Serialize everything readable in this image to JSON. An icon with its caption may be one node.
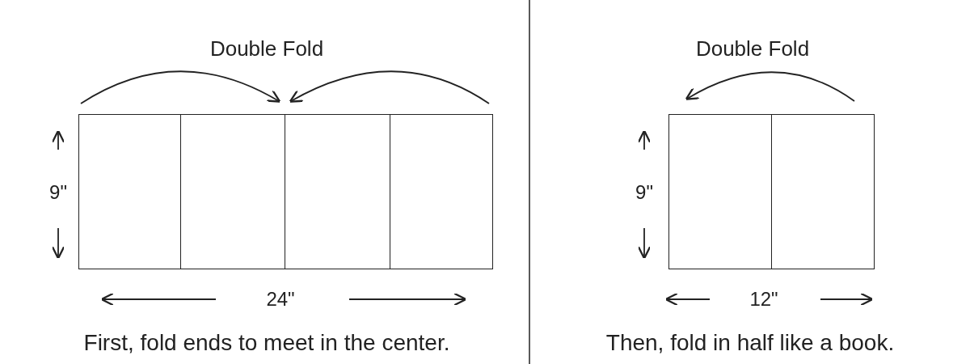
{
  "diagram": {
    "nodes": [
      {
        "text": [],
        "shape": "box"
      },
      {
        "text": [],
        "shape": "box"
      },
      {
        "text": [],
        "shape": "box"
      },
      {
        "text": [],
        "shape": "box"
      },
      {
        "text": [],
        "shape": "box"
      },
      {
        "text": [],
        "shape": "box"
      }
    ],
    "labels": [
      "Double Fold",
      "9\"",
      "24\"",
      "First, fold ends to meet in the center.",
      "Double Fold",
      "9\"",
      "12\"",
      "Then, fold in half like a book."
    ]
  }
}
